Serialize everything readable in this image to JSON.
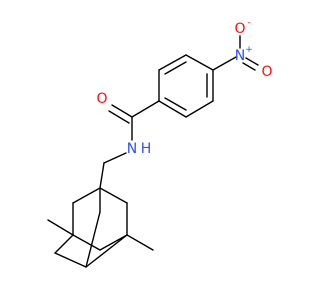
{
  "molecule": {
    "atoms": {
      "oxygen_carbonyl": "O",
      "nitrogen_amide": "N",
      "hydrogen_amide": "H",
      "nitrogen_nitro": "N",
      "nitrogen_nitro_charge": "+",
      "oxygen_nitro_top": "O",
      "oxygen_nitro_top_charge": "-",
      "oxygen_nitro_right": "O"
    }
  },
  "colors": {
    "bond": "#000000",
    "oxygen": "#ff0d0d",
    "nitrogen": "#3050f8",
    "background": "#ffffff"
  }
}
